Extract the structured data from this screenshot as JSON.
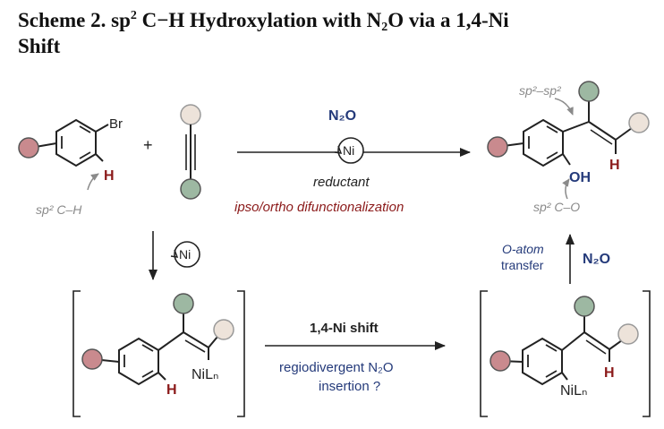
{
  "title": {
    "prefix": "Scheme 2. sp",
    "sup": "2",
    "mid": " C−H Hydroxylation with N",
    "sub": "2",
    "suffix": "O via a 1,4-Ni",
    "line2": "Shift"
  },
  "labels": {
    "br": "Br",
    "plus": "+",
    "h_substrate": "H",
    "sp2_ch": "sp² C–H",
    "n2o_top": "N₂O",
    "ni_cycle_top": "Ni",
    "reductant": "reductant",
    "ipso_ortho": "ipso/ortho difunctionalization",
    "sp2_sp2": "sp²–sp²",
    "h_product": "H",
    "oh": "OH",
    "sp2_co": "sp² C–O",
    "ni_cycle_down": "Ni",
    "o_atom": "O-atom",
    "transfer": "transfer",
    "n2o_right": "N₂O",
    "shift": "1,4-Ni shift",
    "regiodivergent": "regiodivergent N₂O",
    "insertion": "insertion ?",
    "h_int1": "H",
    "nil_int1": "NiLₙ",
    "h_int2": "H",
    "nil_int2": "NiLₙ"
  },
  "colors": {
    "red_ball": "#c98a8e",
    "green_ball": "#9db8a2",
    "beige_ball": "#ede3da",
    "dark_red": "#8b1a1a",
    "navy": "#243a7a",
    "gray": "#8a8a8a"
  }
}
